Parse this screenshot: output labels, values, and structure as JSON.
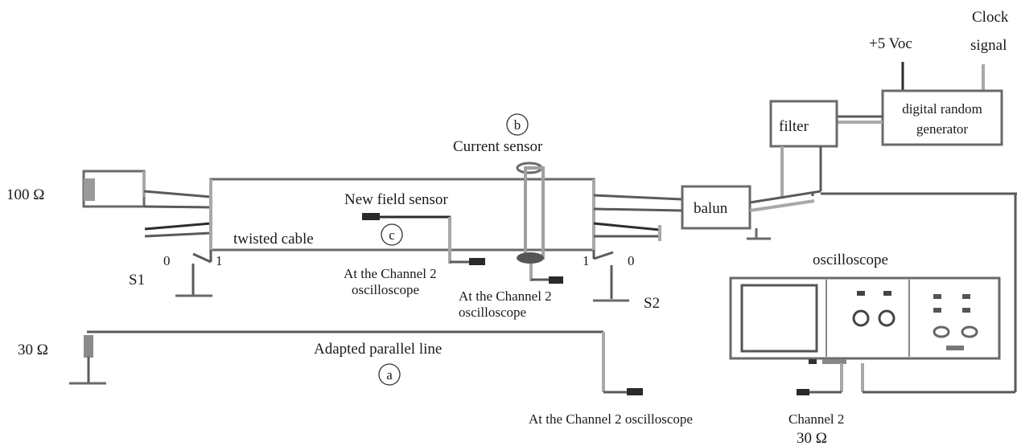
{
  "labels": {
    "clock_signal_line1": "Clock",
    "clock_signal_line2": "signal",
    "supply": "+5 Voc",
    "generator_line1": "digital random",
    "generator_line2": "generator",
    "filter": "filter",
    "marker_b": "b",
    "current_sensor": "Current sensor",
    "resistor_100": "100 Ω",
    "new_field_sensor": "New field sensor",
    "balun": "balun",
    "twisted_cable": "twisted cable",
    "marker_c": "c",
    "oscilloscope": "oscilloscope",
    "s1_pos0": "0",
    "s1_pos1": "1",
    "s1": "S1",
    "s2_pos1": "1",
    "s2_pos0": "0",
    "s2": "S2",
    "probe_c_line1": "At the Channel 2",
    "probe_c_line2": "oscilloscope",
    "probe_b_line1": "At the Channel 2",
    "probe_b_line2": "oscilloscope",
    "resistor_30_left": "30 Ω",
    "adapted_parallel_line": "Adapted parallel line",
    "marker_a": "a",
    "probe_a": "At the Channel 2 oscilloscope",
    "channel_2": "Channel 2",
    "resistor_30_right": "30 Ω"
  }
}
